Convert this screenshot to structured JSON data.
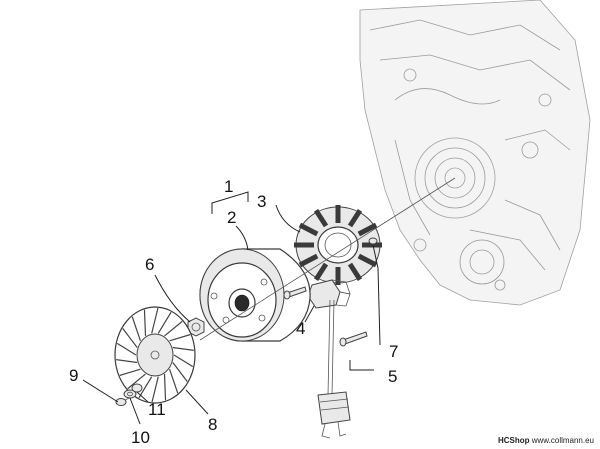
{
  "callouts": [
    {
      "id": "1",
      "label": "1"
    },
    {
      "id": "2",
      "label": "2"
    },
    {
      "id": "3",
      "label": "3"
    },
    {
      "id": "4",
      "label": "4"
    },
    {
      "id": "5",
      "label": "5"
    },
    {
      "id": "6",
      "label": "6"
    },
    {
      "id": "7",
      "label": "7"
    },
    {
      "id": "8",
      "label": "8"
    },
    {
      "id": "9",
      "label": "9"
    },
    {
      "id": "10",
      "label": "10"
    },
    {
      "id": "11",
      "label": "11"
    }
  ],
  "watermark": {
    "brand": "HCShop",
    "site": "www.collmann.eu"
  },
  "colors": {
    "line": "#3a3a3a",
    "ghost": "#9a9a9a",
    "text": "#111111"
  }
}
